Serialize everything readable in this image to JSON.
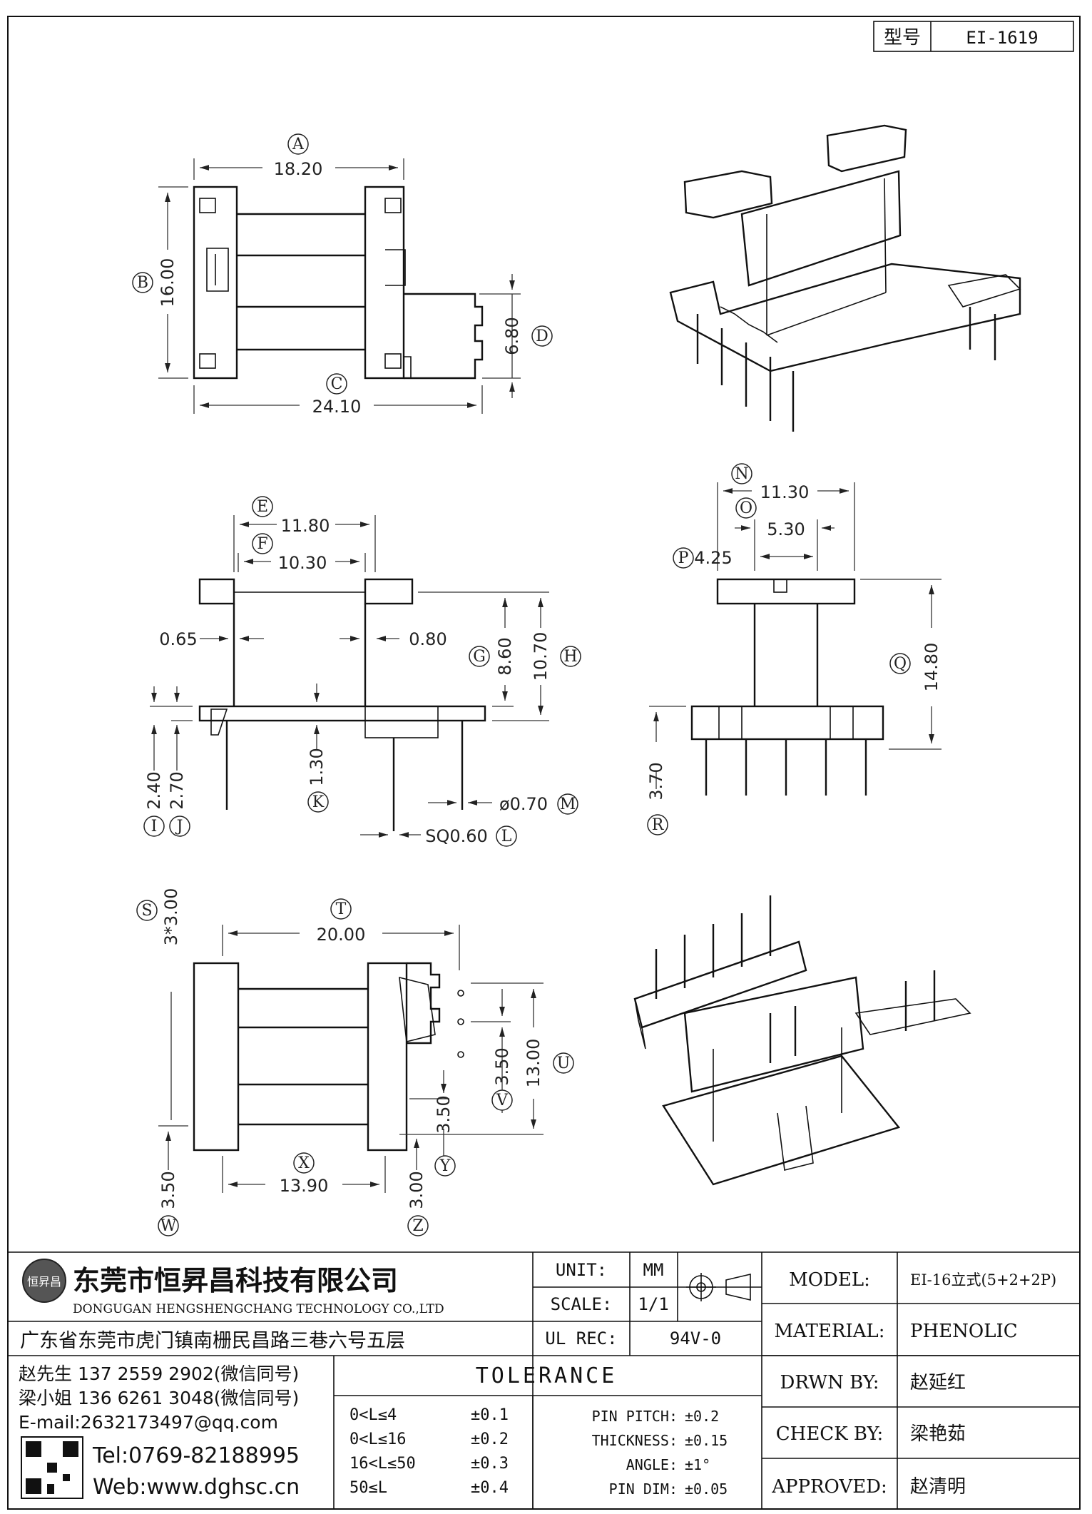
{
  "header": {
    "model_label": "型号",
    "model_value": "EI-1619"
  },
  "top_view": {
    "A": {
      "letter": "A",
      "value": "18.20"
    },
    "B": {
      "letter": "B",
      "value": "16.00"
    },
    "C": {
      "letter": "C",
      "value": "24.10"
    },
    "D": {
      "letter": "D",
      "value": "6.80"
    }
  },
  "side_view": {
    "E": {
      "letter": "E",
      "value": "11.80"
    },
    "F": {
      "letter": "F",
      "value": "10.30"
    },
    "left_gap": "0.65",
    "right_gap": "0.80",
    "G": {
      "letter": "G",
      "value": "8.60"
    },
    "H": {
      "letter": "H",
      "value": "10.70"
    },
    "I": {
      "letter": "I",
      "value": "2.40"
    },
    "J": {
      "letter": "J",
      "value": "2.70"
    },
    "K": {
      "letter": "K",
      "value": "1.30"
    },
    "L": {
      "letter": "L",
      "value": "SQ0.60"
    },
    "M": {
      "letter": "M",
      "value": "ø0.70"
    }
  },
  "front_view": {
    "N": {
      "letter": "N",
      "value": "11.30"
    },
    "O": {
      "letter": "O",
      "value": "5.30"
    },
    "P": {
      "letter": "P",
      "value": "4.25"
    },
    "Q": {
      "letter": "Q",
      "value": "14.80"
    },
    "R": {
      "letter": "R",
      "value": "3.70"
    }
  },
  "bottom_view": {
    "S": {
      "letter": "S",
      "value": "3*3.00"
    },
    "T": {
      "letter": "T",
      "value": "20.00"
    },
    "U": {
      "letter": "U",
      "value": "13.00"
    },
    "V": {
      "letter": "V",
      "value": "3.50"
    },
    "W": {
      "letter": "W",
      "value": "3.50"
    },
    "X": {
      "letter": "X",
      "value": "13.90"
    },
    "Y": {
      "letter": "Y",
      "value": "3.50"
    },
    "Z": {
      "letter": "Z",
      "value": "3.00"
    }
  },
  "title_block": {
    "company_cn": "东莞市恒昇昌科技有限公司",
    "company_en": "DONGUGAN HENGSHENGCHANG TECHNOLOGY CO.,LTD",
    "address": "广东省东莞市虎门镇南栅民昌路三巷六号五层",
    "logo_text": "恒昇昌",
    "unit_label": "UNIT:",
    "unit_value": "MM",
    "scale_label": "SCALE:",
    "scale_value": "1/1",
    "ulrec_label": "UL REC:",
    "ulrec_value": "94V-0",
    "model_label": "MODEL:",
    "model_value": "EI-16立式(5+2+2P)",
    "material_label": "MATERIAL:",
    "material_value": "PHENOLIC",
    "drawn_label": "DRWN BY:",
    "drawn_value": "赵延红",
    "check_label": "CHECK BY:",
    "check_value": "梁艳茹",
    "approved_label": "APPROVED:",
    "approved_value": "赵清明",
    "contact1": "赵先生 137 2559 2902(微信同号)",
    "contact2": "梁小姐 136 6261 3048(微信同号)",
    "email": "E-mail:2632173497@qq.com",
    "tel": "Tel:0769-82188995",
    "web": "Web:www.dghsc.cn",
    "tolerance_title": "TOLERANCE",
    "tol_rows": [
      {
        "range": "0<L≤4",
        "value": "±0.1"
      },
      {
        "range": "0<L≤16",
        "value": "±0.2"
      },
      {
        "range": "16<L≤50",
        "value": "±0.3"
      },
      {
        "range": "50≤L",
        "value": "±0.4"
      }
    ],
    "tol_extra": [
      {
        "label": "PIN PITCH:",
        "value": "±0.2"
      },
      {
        "label": "THICKNESS:",
        "value": "±0.15"
      },
      {
        "label": "ANGLE:",
        "value": "±1°"
      },
      {
        "label": "PIN DIM:",
        "value": "±0.05"
      }
    ]
  }
}
